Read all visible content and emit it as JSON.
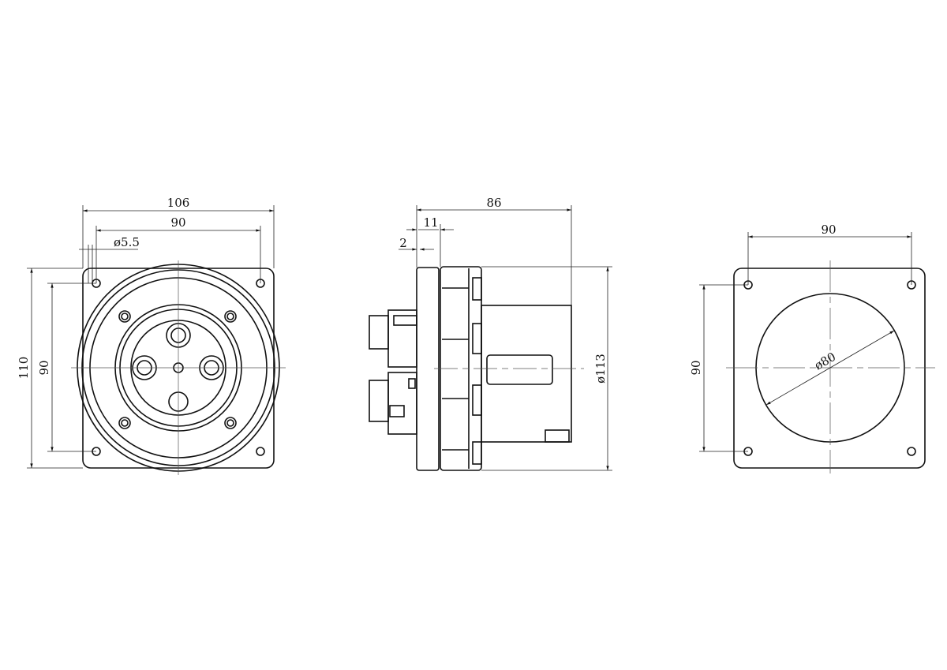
{
  "front_view": {
    "width_overall": "106",
    "hole_spacing_h": "90",
    "hole_diameter": "ø5.5",
    "height_overall": "110",
    "hole_spacing_v": "90"
  },
  "side_view": {
    "depth_overall": "86",
    "flange_depth": "11",
    "plate_thickness": "2",
    "body_diameter": "ø113"
  },
  "cutout_view": {
    "hole_spacing_h": "90",
    "hole_spacing_v": "90",
    "cutout_diameter": "ø80"
  },
  "colors": {
    "line": "#111111",
    "background": "#ffffff"
  }
}
